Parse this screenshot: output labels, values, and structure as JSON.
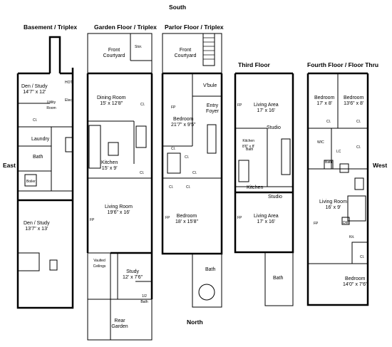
{
  "compass": {
    "south": "South",
    "north": "North",
    "east": "East",
    "west": "West"
  },
  "floors": {
    "basement": {
      "title": "Basement / Triplex",
      "rooms": {
        "den_top": {
          "name": "Den / Study",
          "dim": "14'7\" x 12'"
        },
        "utility": {
          "name": "Utility Room"
        },
        "hot": "HOT",
        "elec": "Elec",
        "cl": "Cl.",
        "laundry": "Laundry",
        "bath": "Bath",
        "boiler": "Boiler",
        "den_bottom": {
          "name": "Den / Study",
          "dim": "13'7\" x 13'"
        }
      }
    },
    "garden": {
      "title": "Garden Floor / Triplex",
      "rooms": {
        "front_courtyard": "Front Courtyard",
        "stor": "Stor.",
        "dining": {
          "name": "Dining Room",
          "dim": "15' x 12'8\""
        },
        "cl1": "Cl.",
        "kitchen": {
          "name": "Kitchen",
          "dim": "15' x 9'"
        },
        "cl2": "Cl.",
        "living": {
          "name": "Living Room",
          "dim": "19'6\" x 16'"
        },
        "fp": "FP",
        "vaulted": "Vaulted Ceilings",
        "study": {
          "name": "Study",
          "dim": "12' x 7'6\""
        },
        "half_bath": "1/2 Bath",
        "rear_garden": "Rear Garden"
      }
    },
    "parlor": {
      "title": "Parlor Floor / Triplex",
      "rooms": {
        "front_courtyard": "Front Courtyard",
        "vbule": "V'bule",
        "entry_foyer": "Entry Foyer",
        "bedroom_top": {
          "name": "Bedroom",
          "dim": "21'7\" x 9'5\""
        },
        "fp": "FP",
        "cl1": "Cl.",
        "cl2": "Cl.",
        "cl3": "Cl.",
        "cl4": "Cl.",
        "cl5": "Cl.",
        "bedroom_bottom": {
          "name": "Bedroom",
          "dim": "18' x 15'8\""
        },
        "fp2": "FP",
        "bath": "Bath"
      }
    },
    "third": {
      "title": "Third Floor",
      "rooms": {
        "living_top": {
          "name": "Living Area",
          "dim": "17' x 16'"
        },
        "fp": "FP",
        "studio_top": "Studio",
        "kitchen_small": {
          "name": "Kitchen",
          "dim": "8'6\" x 8'"
        },
        "bath": "Bath",
        "kitchen": "Kitchen",
        "studio_bottom": "Studio",
        "living_bottom": {
          "name": "Living Area",
          "dim": "17' x 16'"
        },
        "fp2": "FP",
        "bath2": "Bath"
      }
    },
    "fourth": {
      "title": "Fourth Floor / Floor Thru",
      "rooms": {
        "bedroom1": {
          "name": "Bedroom",
          "dim": "17' x 8'"
        },
        "bedroom2": {
          "name": "Bedroom",
          "dim": "13'6\" x 8'"
        },
        "cl1": "Cl.",
        "cl2": "Cl.",
        "wic": "WIC",
        "lc": "LC",
        "cl3": "Cl.",
        "bath": "Bath",
        "living": {
          "name": "Living Room",
          "dim": "16' x 9'"
        },
        "fp": "FP",
        "dw": "DW",
        "kit": "Kit.",
        "cl4": "Cl.",
        "bedroom3": {
          "name": "Bedroom",
          "dim": "14'0\" x 7'6\""
        }
      }
    }
  }
}
